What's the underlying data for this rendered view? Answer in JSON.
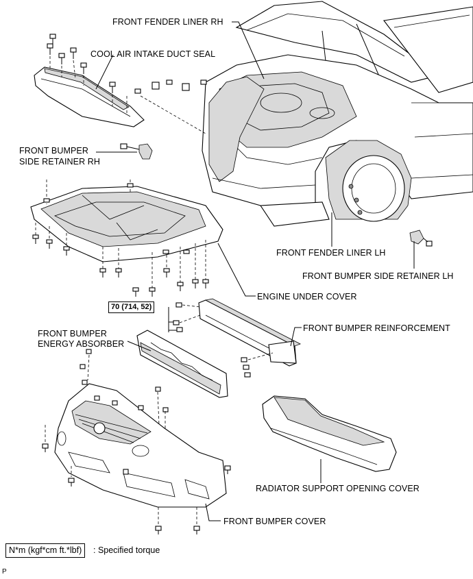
{
  "labels": {
    "front_fender_liner_rh": "FRONT FENDER LINER RH",
    "cool_air_intake_duct_seal": "COOL AIR INTAKE DUCT SEAL",
    "front_bumper_side_retainer_rh_line1": "FRONT BUMPER",
    "front_bumper_side_retainer_rh_line2": "SIDE RETAINER RH",
    "front_fender_liner_lh": "FRONT FENDER LINER LH",
    "front_bumper_side_retainer_lh": "FRONT BUMPER SIDE RETAINER LH",
    "engine_under_cover": "ENGINE UNDER COVER",
    "front_bumper_reinforcement": "FRONT BUMPER REINFORCEMENT",
    "front_bumper_energy_absorber_line1": "FRONT BUMPER",
    "front_bumper_energy_absorber_line2": "ENERGY ABSORBER",
    "radiator_support_opening_cover": "RADIATOR SUPPORT OPENING COVER",
    "front_bumper_cover": "FRONT BUMPER COVER"
  },
  "torque_spec": "70 (714, 52)",
  "legend": {
    "box_text": "N*m (kgf*cm ft.*lbf)",
    "description": ": Specified torque"
  },
  "corner_mark": "P"
}
